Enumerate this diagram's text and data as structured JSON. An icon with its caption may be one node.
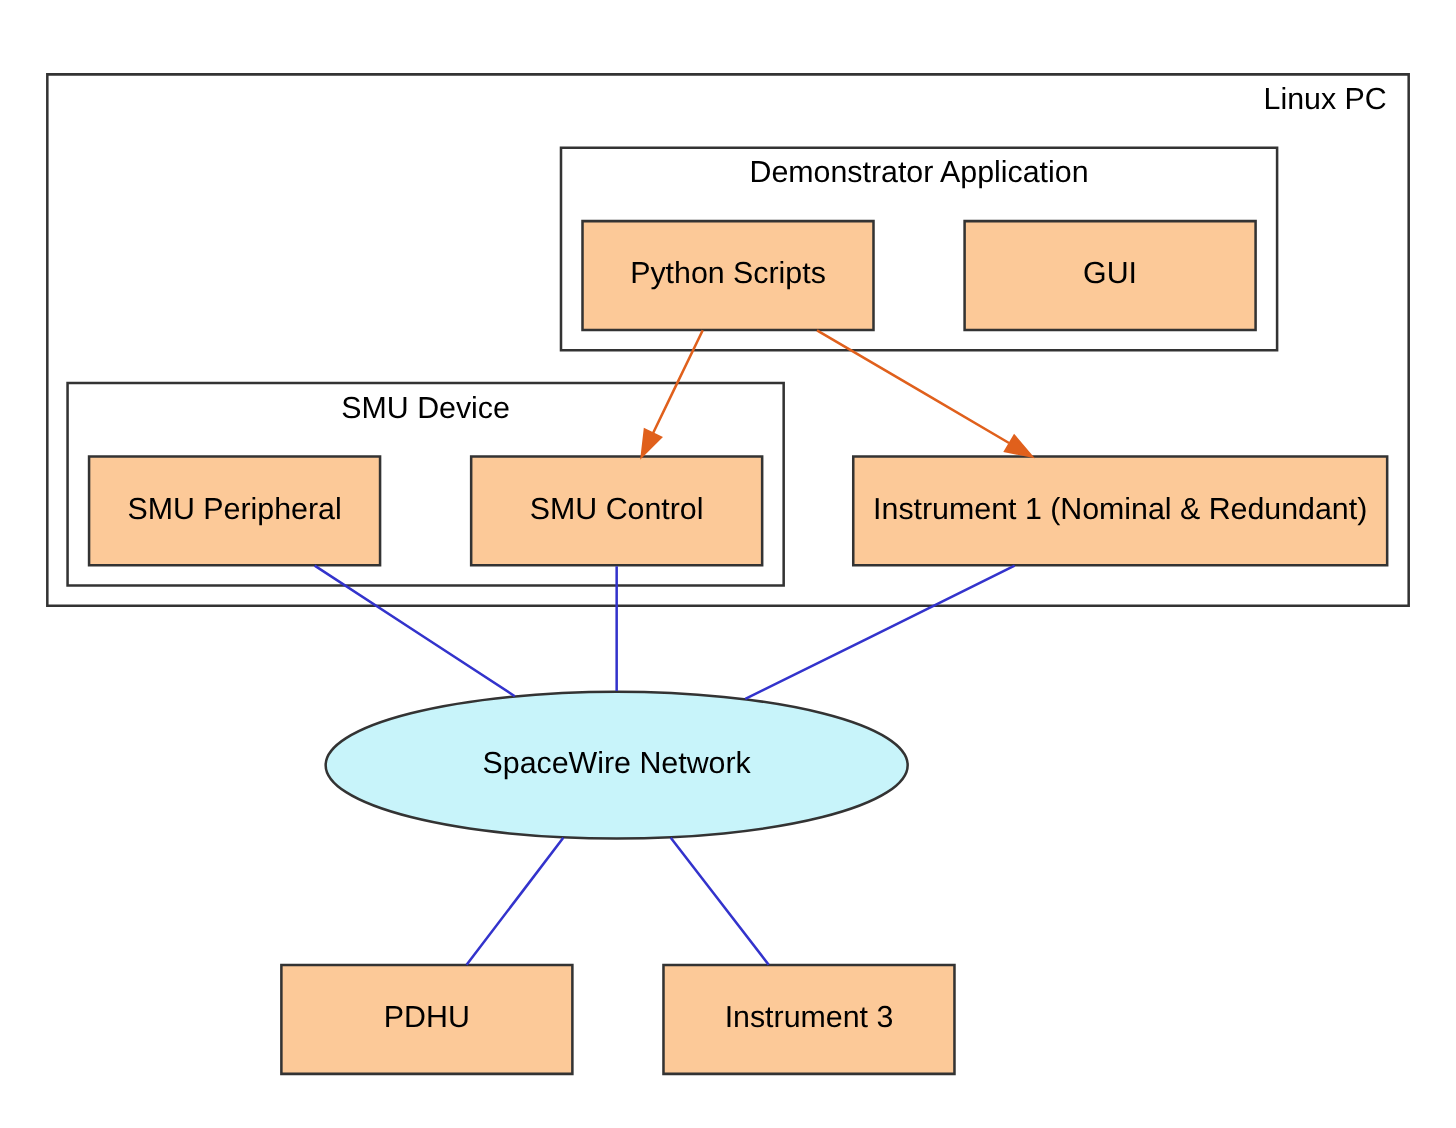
{
  "diagram": {
    "nodes": [
      {
        "text": [
          "Linux PC"
        ]
      },
      {
        "text": [
          "Demonstrator Application"
        ],
        "in": 0
      },
      {
        "text": [
          "GUI"
        ],
        "in": 1
      },
      {
        "text": [
          "Python Scripts"
        ],
        "in": 1
      },
      {
        "text": [
          "SMU Device"
        ],
        "in": 0
      },
      {
        "text": [
          "SMU Control"
        ],
        "in": 4
      },
      {
        "text": [
          "SMU Peripheral"
        ],
        "in": 4
      },
      {
        "text": [
          "Instrument 1 (Nominal & Redundant)"
        ],
        "in": 0
      },
      {
        "text": [
          "SpaceWire Network"
        ]
      },
      {
        "text": [
          "PDHU"
        ]
      },
      {
        "text": [
          "Instrument 3"
        ]
      }
    ],
    "edges": [
      {
        "from": 3,
        "to": 5,
        "arrow": "to",
        "color": "#e0601c"
      },
      {
        "from": 3,
        "to": 7,
        "arrow": "to",
        "color": "#e0601c"
      },
      {
        "from": 5,
        "to": 8,
        "arrow": "none"
      },
      {
        "from": 6,
        "to": 8,
        "arrow": "none"
      },
      {
        "from": 7,
        "to": 8,
        "arrow": "none"
      },
      {
        "from": 8,
        "to": 9,
        "arrow": "none"
      },
      {
        "from": 8,
        "to": 10,
        "arrow": "none"
      }
    ]
  }
}
